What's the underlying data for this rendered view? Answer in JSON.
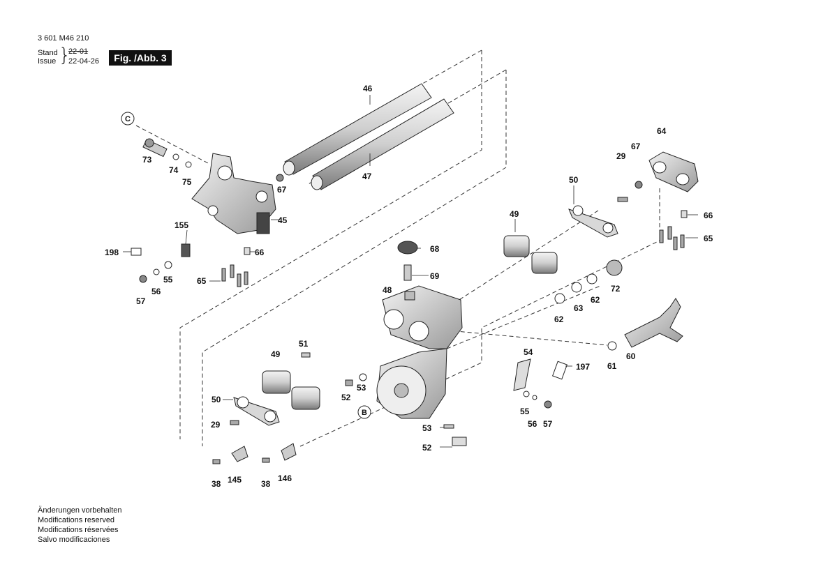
{
  "header": {
    "document_number": "3 601 M46 210",
    "stand_label": "Stand",
    "issue_label": "Issue",
    "stand_date": "22-01",
    "issue_date": "22-04-26",
    "figure_badge": "Fig. /Abb. 3"
  },
  "footer": {
    "modifications": [
      "Änderungen vorbehalten",
      "Modifications reserved",
      "Modifications réservées",
      "Salvo modificaciones"
    ]
  },
  "callouts": {
    "c": "C",
    "b": "B"
  },
  "part_labels": {
    "p46": "46",
    "p47": "47",
    "p73": "73",
    "p74": "74",
    "p75": "75",
    "p67a": "67",
    "p45": "45",
    "p155": "155",
    "p198": "198",
    "p66a": "66",
    "p55a": "55",
    "p56a": "56",
    "p57a": "57",
    "p65a": "65",
    "p64": "64",
    "p67b": "67",
    "p29a": "29",
    "p50a": "50",
    "p66b": "66",
    "p65b": "65",
    "p49a": "49",
    "p68": "68",
    "p69": "69",
    "p72": "72",
    "p48": "48",
    "p62a": "62",
    "p63": "63",
    "p62b": "62",
    "p51": "51",
    "p49b": "49",
    "p53a": "53",
    "p52a": "52",
    "p54": "54",
    "p197": "197",
    "p61": "61",
    "p60": "60",
    "p50b": "50",
    "p29b": "29",
    "p55b": "55",
    "p56b": "56",
    "p57b": "57",
    "p53b": "53",
    "p52b": "52",
    "p38a": "38",
    "p145": "145",
    "p38b": "38",
    "p146": "146"
  }
}
